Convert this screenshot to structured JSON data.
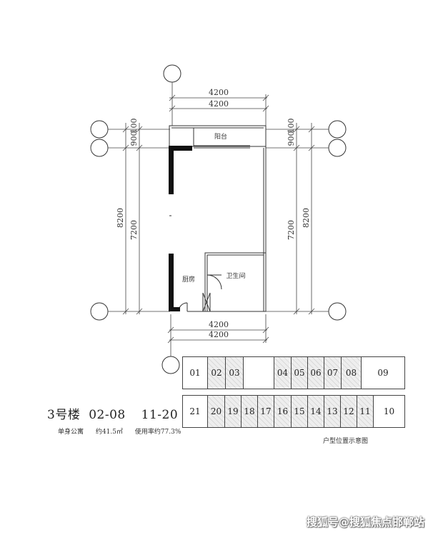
{
  "dimensions": {
    "top_outer": "4200",
    "top_inner": "4200",
    "bottom_outer": "4200",
    "bottom_inner": "4200",
    "left_total": "8200",
    "left_main": "7200",
    "left_balcony": "900",
    "left_wall": "100",
    "right_total": "8200",
    "right_main": "7200",
    "right_balcony": "900",
    "right_wall": "100"
  },
  "rooms": {
    "balcony": "阳台",
    "kitchen": "厨房",
    "bathroom": "卫生间"
  },
  "building": {
    "title": "3号楼",
    "range_1": "02-08",
    "range_2": "11-20",
    "type": "单身公寓",
    "area": "约41.5㎡",
    "efficiency": "使用率约77.3%"
  },
  "key_plan": {
    "caption": "户型位置示意图",
    "row1": [
      {
        "label": "01",
        "highlight": false
      },
      {
        "label": "02",
        "highlight": true
      },
      {
        "label": "03",
        "highlight": true
      },
      {
        "label": "",
        "highlight": false
      },
      {
        "label": "04",
        "highlight": true
      },
      {
        "label": "05",
        "highlight": true
      },
      {
        "label": "06",
        "highlight": true
      },
      {
        "label": "07",
        "highlight": true
      },
      {
        "label": "08",
        "highlight": true
      },
      {
        "label": "09",
        "highlight": false
      }
    ],
    "row2": [
      {
        "label": "21",
        "highlight": false
      },
      {
        "label": "20",
        "highlight": true
      },
      {
        "label": "19",
        "highlight": true
      },
      {
        "label": "18",
        "highlight": true
      },
      {
        "label": "17",
        "highlight": true
      },
      {
        "label": "16",
        "highlight": true
      },
      {
        "label": "15",
        "highlight": true
      },
      {
        "label": "14",
        "highlight": true
      },
      {
        "label": "13",
        "highlight": true
      },
      {
        "label": "12",
        "highlight": true
      },
      {
        "label": "11",
        "highlight": true
      },
      {
        "label": "10",
        "highlight": false
      }
    ]
  },
  "watermark": "搜狐号@搜狐焦点邯郸站"
}
